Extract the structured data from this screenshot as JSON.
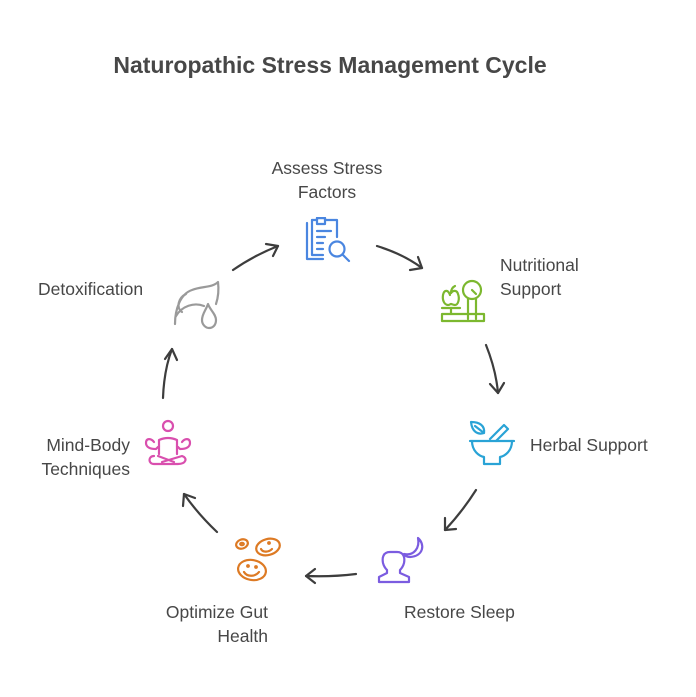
{
  "title": "Naturopathic Stress Management Cycle",
  "steps": [
    {
      "label_line1": "Assess Stress",
      "label_line2": "Factors",
      "icon": "clipboard-search-icon",
      "color": "#4a86e0"
    },
    {
      "label_line1": "Nutritional",
      "label_line2": "Support",
      "icon": "apple-scale-icon",
      "color": "#7cb82f"
    },
    {
      "label_line1": "Herbal Support",
      "label_line2": "",
      "icon": "mortar-pestle-leaf-icon",
      "color": "#29a3d6"
    },
    {
      "label_line1": "Restore Sleep",
      "label_line2": "",
      "icon": "person-moon-icon",
      "color": "#7b5ce0"
    },
    {
      "label_line1": "Optimize Gut",
      "label_line2": "Health",
      "icon": "smiling-bacteria-icon",
      "color": "#dd7a24"
    },
    {
      "label_line1": "Mind-Body",
      "label_line2": "Techniques",
      "icon": "meditation-icon",
      "color": "#d94fae"
    },
    {
      "label_line1": "Detoxification",
      "label_line2": "",
      "icon": "leaf-drop-icon",
      "color": "#9a9a9a"
    }
  ],
  "arrow_color": "#3d3d3d"
}
